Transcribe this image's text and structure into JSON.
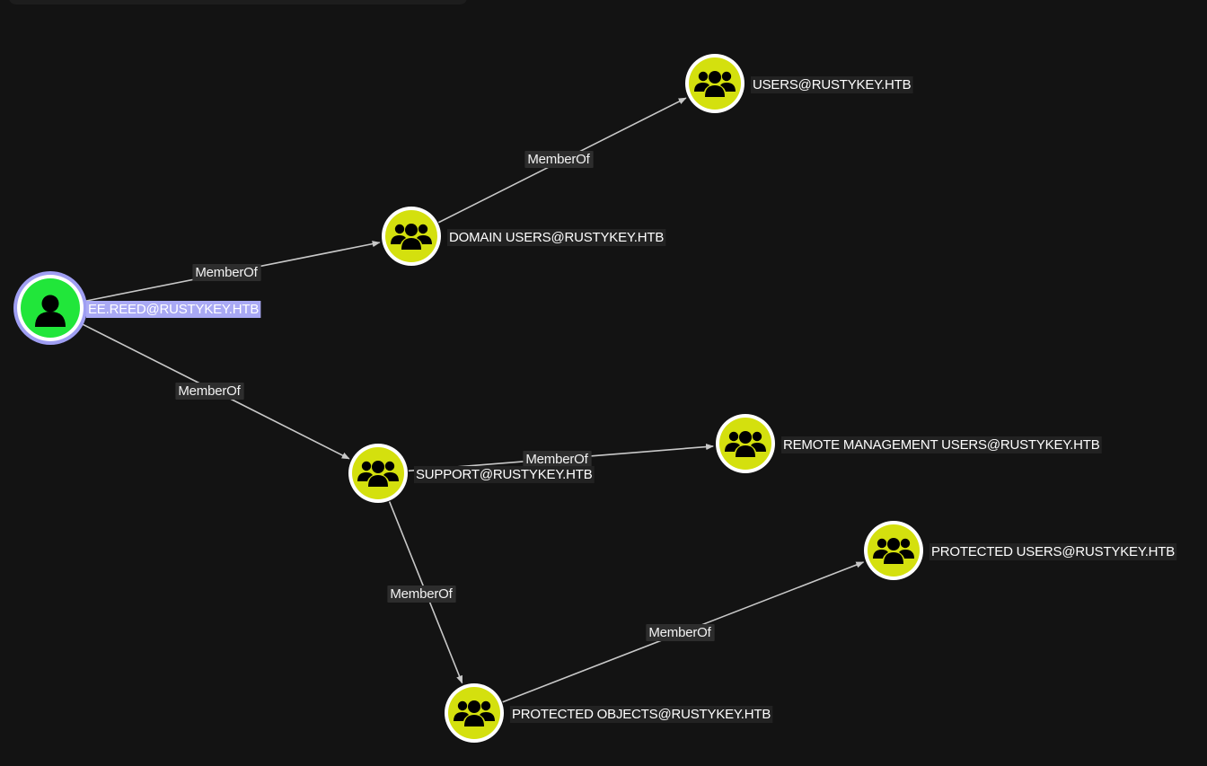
{
  "colors": {
    "canvas_background": "#131313",
    "group_node_fill": "#d4e00e",
    "user_node_fill": "#21e63a",
    "node_ring": "#ffffff",
    "selected_ring": "#9f9ef2",
    "selected_label_bg": "#a9a9f5",
    "edge": "#c8c8c8"
  },
  "graph": {
    "nodes": [
      {
        "id": "user",
        "type": "user",
        "icon": "user-icon",
        "label": "EE.REED@RUSTYKEY.HTB",
        "selected": true
      },
      {
        "id": "domain_users",
        "type": "group",
        "icon": "users-group-icon",
        "label": "DOMAIN USERS@RUSTYKEY.HTB"
      },
      {
        "id": "users",
        "type": "group",
        "icon": "users-group-icon",
        "label": "USERS@RUSTYKEY.HTB"
      },
      {
        "id": "support",
        "type": "group",
        "icon": "users-group-icon",
        "label": "SUPPORT@RUSTYKEY.HTB"
      },
      {
        "id": "remote_mgmt",
        "type": "group",
        "icon": "users-group-icon",
        "label": "REMOTE MANAGEMENT USERS@RUSTYKEY.HTB"
      },
      {
        "id": "protected_users",
        "type": "group",
        "icon": "users-group-icon",
        "label": "PROTECTED USERS@RUSTYKEY.HTB"
      },
      {
        "id": "protected_objects",
        "type": "group",
        "icon": "users-group-icon",
        "label": "PROTECTED OBJECTS@RUSTYKEY.HTB"
      }
    ],
    "edges": [
      {
        "from": "user",
        "to": "domain_users",
        "label": "MemberOf"
      },
      {
        "from": "domain_users",
        "to": "users",
        "label": "MemberOf"
      },
      {
        "from": "user",
        "to": "support",
        "label": "MemberOf"
      },
      {
        "from": "support",
        "to": "remote_mgmt",
        "label": "MemberOf"
      },
      {
        "from": "support",
        "to": "protected_objects",
        "label": "MemberOf"
      },
      {
        "from": "protected_objects",
        "to": "protected_users",
        "label": "MemberOf"
      }
    ]
  }
}
